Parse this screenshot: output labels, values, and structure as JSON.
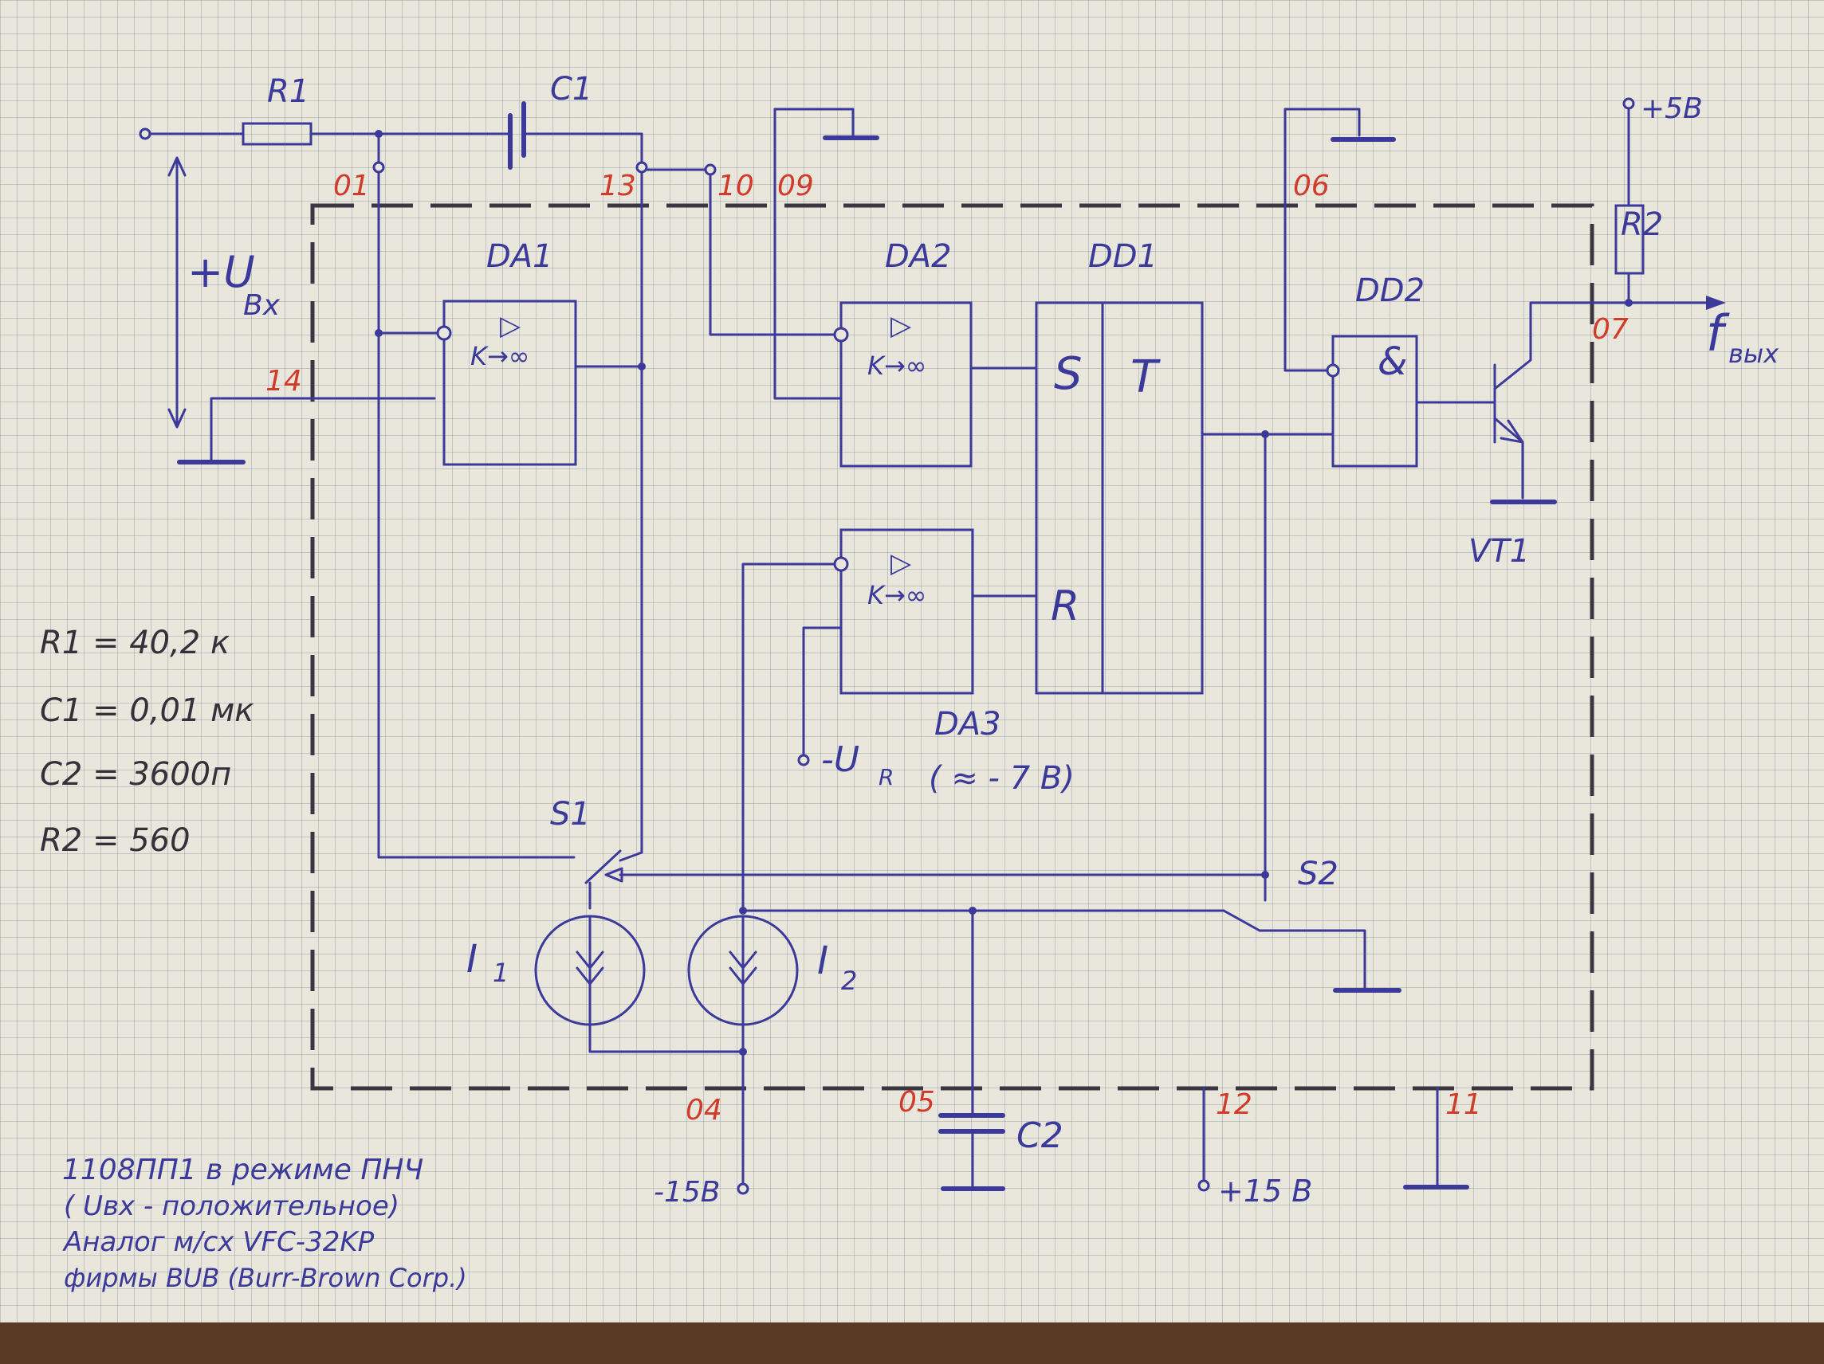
{
  "components": {
    "R1": "R1",
    "C1": "C1",
    "R2": "R2",
    "C2": "C2",
    "DA1": "DA1",
    "DA2": "DA2",
    "DA3": "DA3",
    "DD1": "DD1",
    "DD2": "DD2",
    "VT1": "VT1",
    "S1": "S1",
    "S2": "S2",
    "I1": "I",
    "I1_sub": "1",
    "I2": "I",
    "I2_sub": "2"
  },
  "amp_symbols": {
    "triangle": "▷",
    "gain": "K→∞"
  },
  "flipflop": {
    "S": "S",
    "T": "T",
    "R": "R"
  },
  "gate_symbol": "&",
  "pins": {
    "p01": "01",
    "p13": "13",
    "p10": "10",
    "p09": "09",
    "p06": "06",
    "p14": "14",
    "p07": "07",
    "p04": "04",
    "p05": "05",
    "p12": "12",
    "p11": "11"
  },
  "signals": {
    "uin": "+U",
    "uin_sub": "Bx",
    "fout": "f",
    "fout_sub": "вых",
    "plus5": "+5В",
    "minus15": "-15В",
    "plus15": "+15 В",
    "ur": "-U",
    "ur_sub": "R",
    "ur_note": "( ≈ - 7 В)"
  },
  "values": [
    "R1 = 40,2 к",
    "C1 = 0,01 мк",
    "C2 = 3600п",
    "R2 = 560"
  ],
  "notes": [
    "1108ПП1   в режиме ПНЧ",
    "( Uвх - положительное)",
    "Аналог   м/сх    VFC-32KP",
    "фирмы   BUB (Burr-Brown Corp.)"
  ],
  "colors": {
    "ink": "#3b3a9a",
    "pin_red": "#d23a2a",
    "pencil": "#33323a",
    "paper": "#e9e6dc"
  }
}
